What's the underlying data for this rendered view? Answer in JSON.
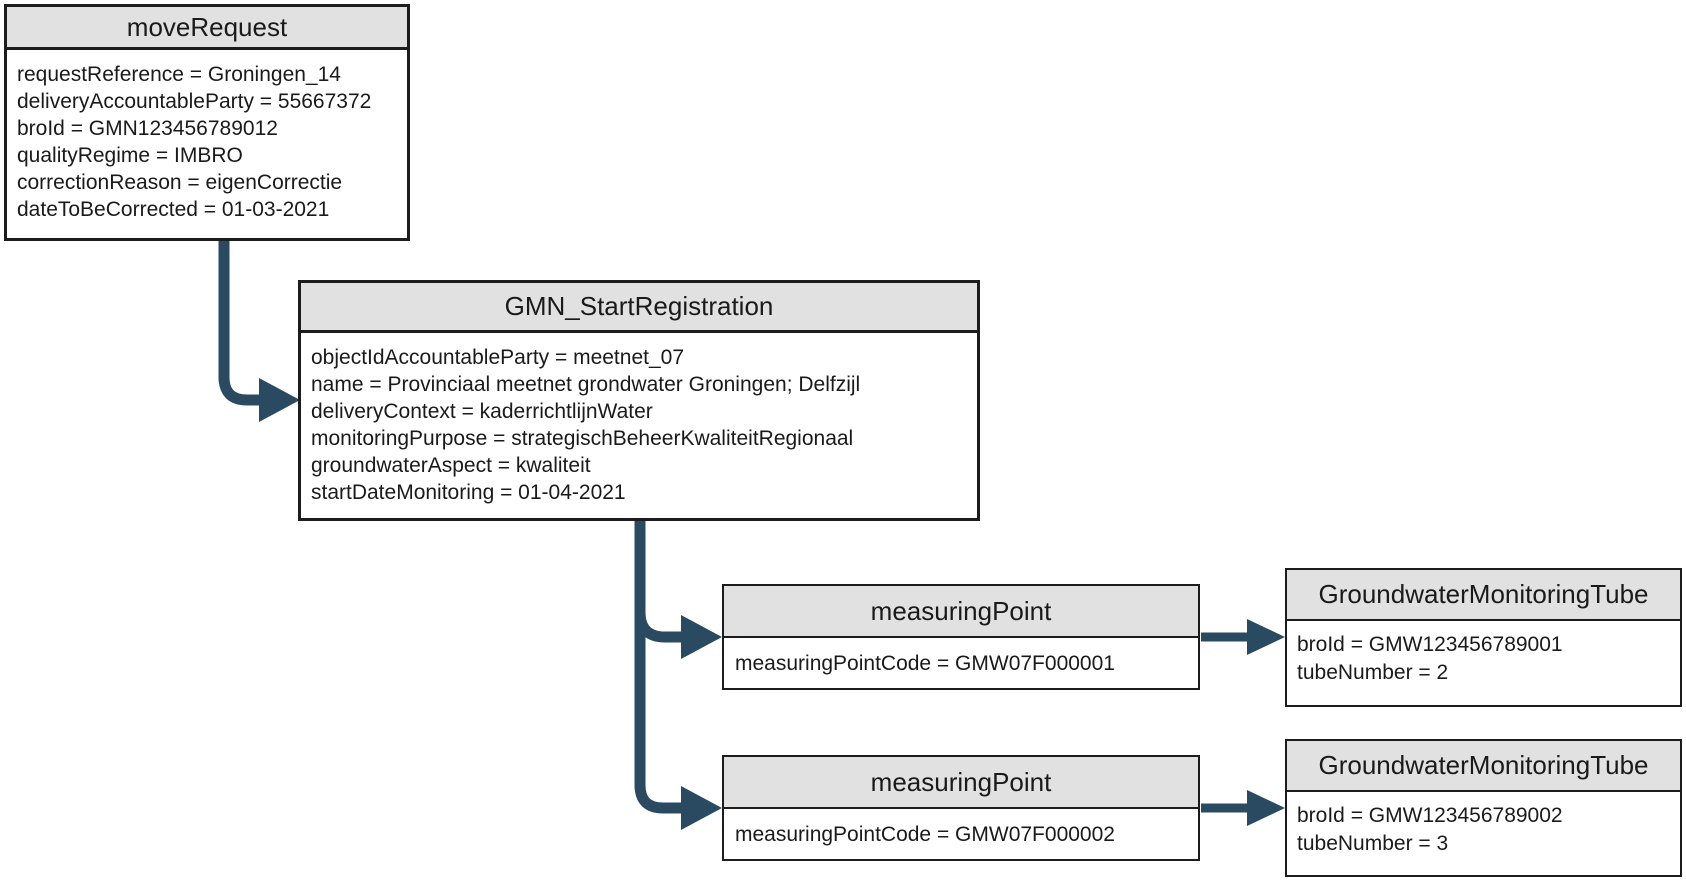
{
  "diagram": {
    "colors": {
      "arrow": "#294A61",
      "header_fill": "#E1E1E1",
      "border": "#1C1C1C",
      "background": "#FFFFFF"
    },
    "nodes": {
      "move_request": {
        "title": "moveRequest",
        "attributes": [
          "requestReference = Groningen_14",
          "deliveryAccountableParty = 55667372",
          "broId = GMN123456789012",
          "qualityRegime = IMBRO",
          "correctionReason = eigenCorrectie",
          "dateToBeCorrected = 01-03-2021"
        ]
      },
      "gmn_start_registration": {
        "title": "GMN_StartRegistration",
        "attributes": [
          "objectIdAccountableParty = meetnet_07",
          "name = Provinciaal meetnet grondwater Groningen; Delfzijl",
          "deliveryContext = kaderrichtlijnWater",
          "monitoringPurpose = strategischBeheerKwaliteitRegionaal",
          "groundwaterAspect = kwaliteit",
          "startDateMonitoring = 01-04-2021"
        ]
      },
      "measuring_point_1": {
        "title": "measuringPoint",
        "attributes": [
          "measuringPointCode = GMW07F000001"
        ]
      },
      "tube_1": {
        "title": "GroundwaterMonitoringTube",
        "attributes": [
          "broId = GMW123456789001",
          "tubeNumber = 2"
        ]
      },
      "measuring_point_2": {
        "title": "measuringPoint",
        "attributes": [
          "measuringPointCode = GMW07F000002"
        ]
      },
      "tube_2": {
        "title": "GroundwaterMonitoringTube",
        "attributes": [
          "broId = GMW123456789002",
          "tubeNumber = 3"
        ]
      }
    }
  }
}
